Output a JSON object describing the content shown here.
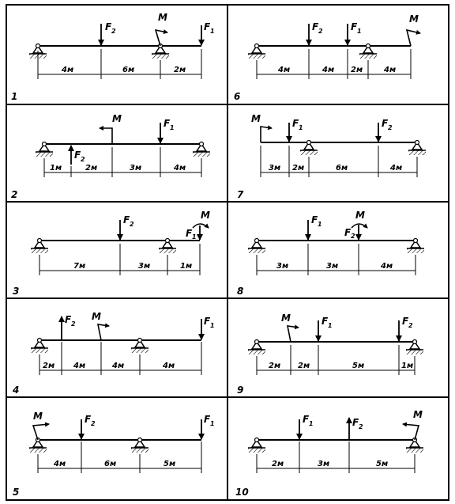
{
  "panels": [
    {
      "number": "1",
      "dims": [
        "4м",
        "6м",
        "2м"
      ],
      "forces": {
        "F1": "F",
        "F1s": "1",
        "F2": "F",
        "F2s": "2",
        "M": "M"
      }
    },
    {
      "number": "2",
      "dims": [
        "1м",
        "2м",
        "3м",
        "4м"
      ],
      "forces": {
        "F1": "F",
        "F1s": "1",
        "F2": "F",
        "F2s": "2",
        "M": "M"
      }
    },
    {
      "number": "3",
      "dims": [
        "7м",
        "3м",
        "1м"
      ],
      "forces": {
        "F1": "F",
        "F1s": "1",
        "F2": "F",
        "F2s": "2",
        "M": "M"
      }
    },
    {
      "number": "4",
      "dims": [
        "2м",
        "4м",
        "4м",
        "4м"
      ],
      "forces": {
        "F1": "F",
        "F1s": "1",
        "F2": "F",
        "F2s": "2",
        "M": "M"
      }
    },
    {
      "number": "5",
      "dims": [
        "4м",
        "6м",
        "5м"
      ],
      "forces": {
        "F1": "F",
        "F1s": "1",
        "F2": "F",
        "F2s": "2",
        "M": "M"
      }
    },
    {
      "number": "6",
      "dims": [
        "4м",
        "4м",
        "2м",
        "4м"
      ],
      "forces": {
        "F1": "F",
        "F1s": "1",
        "F2": "F",
        "F2s": "2",
        "M": "M"
      }
    },
    {
      "number": "7",
      "dims": [
        "3м",
        "2м",
        "6м",
        "4м"
      ],
      "forces": {
        "F1": "F",
        "F1s": "1",
        "F2": "F",
        "F2s": "2",
        "M": "M"
      }
    },
    {
      "number": "8",
      "dims": [
        "3м",
        "3м",
        "4м"
      ],
      "forces": {
        "F1": "F",
        "F1s": "1",
        "F2": "F",
        "F2s": "2",
        "M": "M"
      }
    },
    {
      "number": "9",
      "dims": [
        "2м",
        "2м",
        "5м",
        "1м"
      ],
      "forces": {
        "F1": "F",
        "F1s": "1",
        "F2": "F",
        "F2s": "2",
        "M": "M"
      }
    },
    {
      "number": "10",
      "dims": [
        "2м",
        "3м",
        "5м"
      ],
      "forces": {
        "F1": "F",
        "F1s": "1",
        "F2": "F",
        "F2s": "2",
        "M": "M"
      }
    }
  ]
}
